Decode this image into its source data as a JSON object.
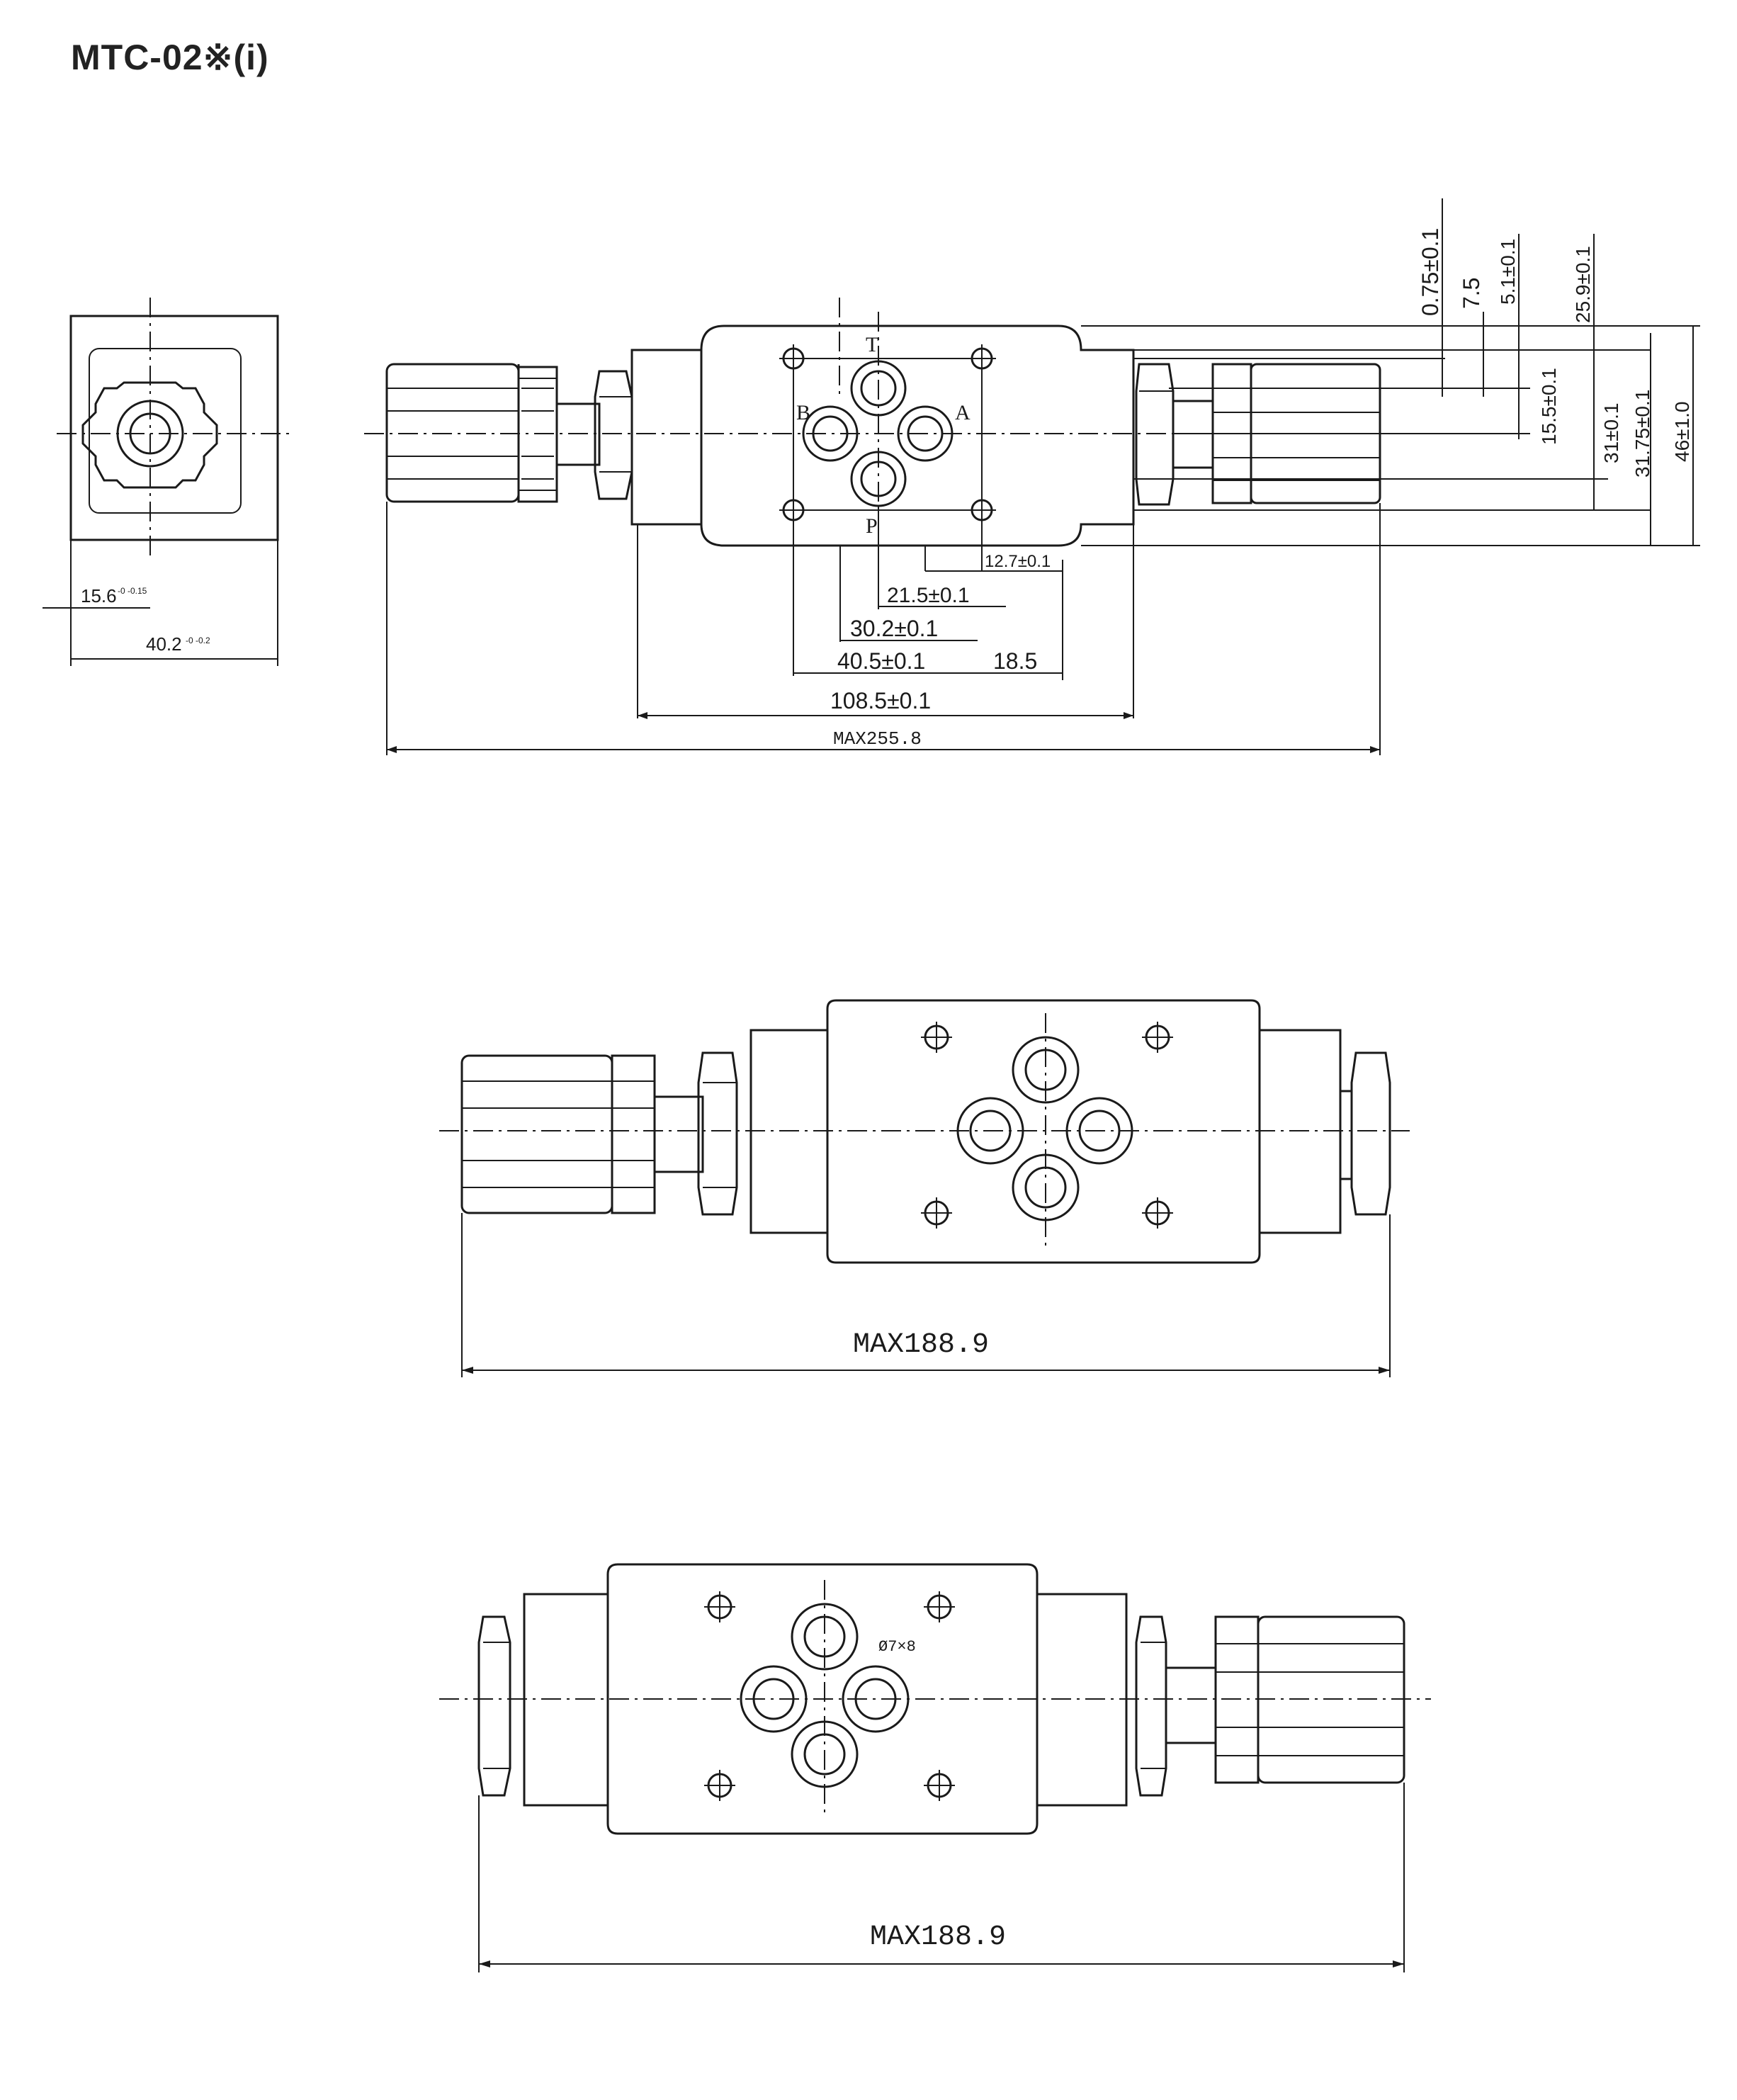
{
  "title": "MTC-02※(i)",
  "top_view": {
    "ports": {
      "T": "T",
      "B": "B",
      "A": "A",
      "P": "P"
    },
    "side_dims": {
      "d1": "0.75±0.1",
      "d2": "7.5",
      "d3": "5.1±0.1",
      "d4": "25.9±0.1",
      "d5": "15.5±0.1",
      "d6": "31±0.1",
      "d7": "31.75±0.1",
      "d8": "46±1.0"
    },
    "bottom_dims": {
      "d1": "12.7±0.1",
      "d2": "21.5±0.1",
      "d3": "30.2±0.1",
      "d4": "40.5±0.1",
      "d5": "18.5",
      "d6": "108.5±0.1",
      "d7": "MAX255.8"
    }
  },
  "end_view": {
    "dim_a_base": "15.6",
    "dim_a_tol": "-0 -0.15",
    "dim_b_base": "40.2",
    "dim_b_tol": "-0 -0.2"
  },
  "middle_view": {
    "overall": "MAX188.9"
  },
  "bottom_view": {
    "overall": "MAX188.9",
    "hole_note": "Ø7×8"
  }
}
